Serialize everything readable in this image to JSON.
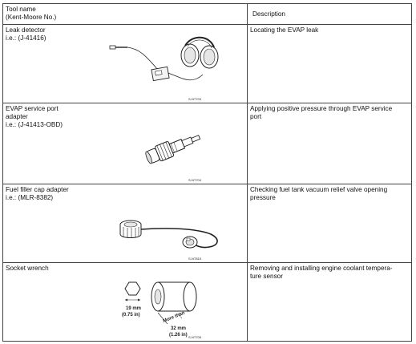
{
  "header": {
    "tool_name_line1": "Tool name",
    "tool_name_line2": "(Kent-Moore No.)",
    "description": "Description"
  },
  "tools": [
    {
      "name_lines": [
        "Leak detector",
        "i.e.: (J-41416)"
      ],
      "description_lines": [
        "Locating the EVAP leak"
      ],
      "figure_code": "S-NT703",
      "illustration": "leak-detector-icon"
    },
    {
      "name_lines": [
        "EVAP service port",
        "adapter",
        "i.e.: (J-41413-OBD)"
      ],
      "description_lines": [
        "Applying positive pressure through EVAP service",
        "port"
      ],
      "figure_code": "S-NT704",
      "illustration": "service-port-adapter-icon"
    },
    {
      "name_lines": [
        "Fuel filler cap adapter",
        "i.e.: (MLR-8382)"
      ],
      "description_lines": [
        "Checking fuel tank vacuum relief valve opening",
        "pressure"
      ],
      "figure_code": "S-NT815",
      "illustration": "filler-cap-adapter-icon"
    },
    {
      "name_lines": [
        "Socket wrench"
      ],
      "description_lines": [
        "Removing and installing engine coolant tempera-",
        "ture sensor"
      ],
      "figure_code": "S-NT705",
      "illustration": "socket-wrench-icon",
      "dimensions": {
        "hex_line1": "19 mm",
        "hex_line2": "(0.75 in)",
        "depth_line1": "More than",
        "depth_line2": "32 mm",
        "depth_line3": "(1.26 in)"
      }
    }
  ]
}
